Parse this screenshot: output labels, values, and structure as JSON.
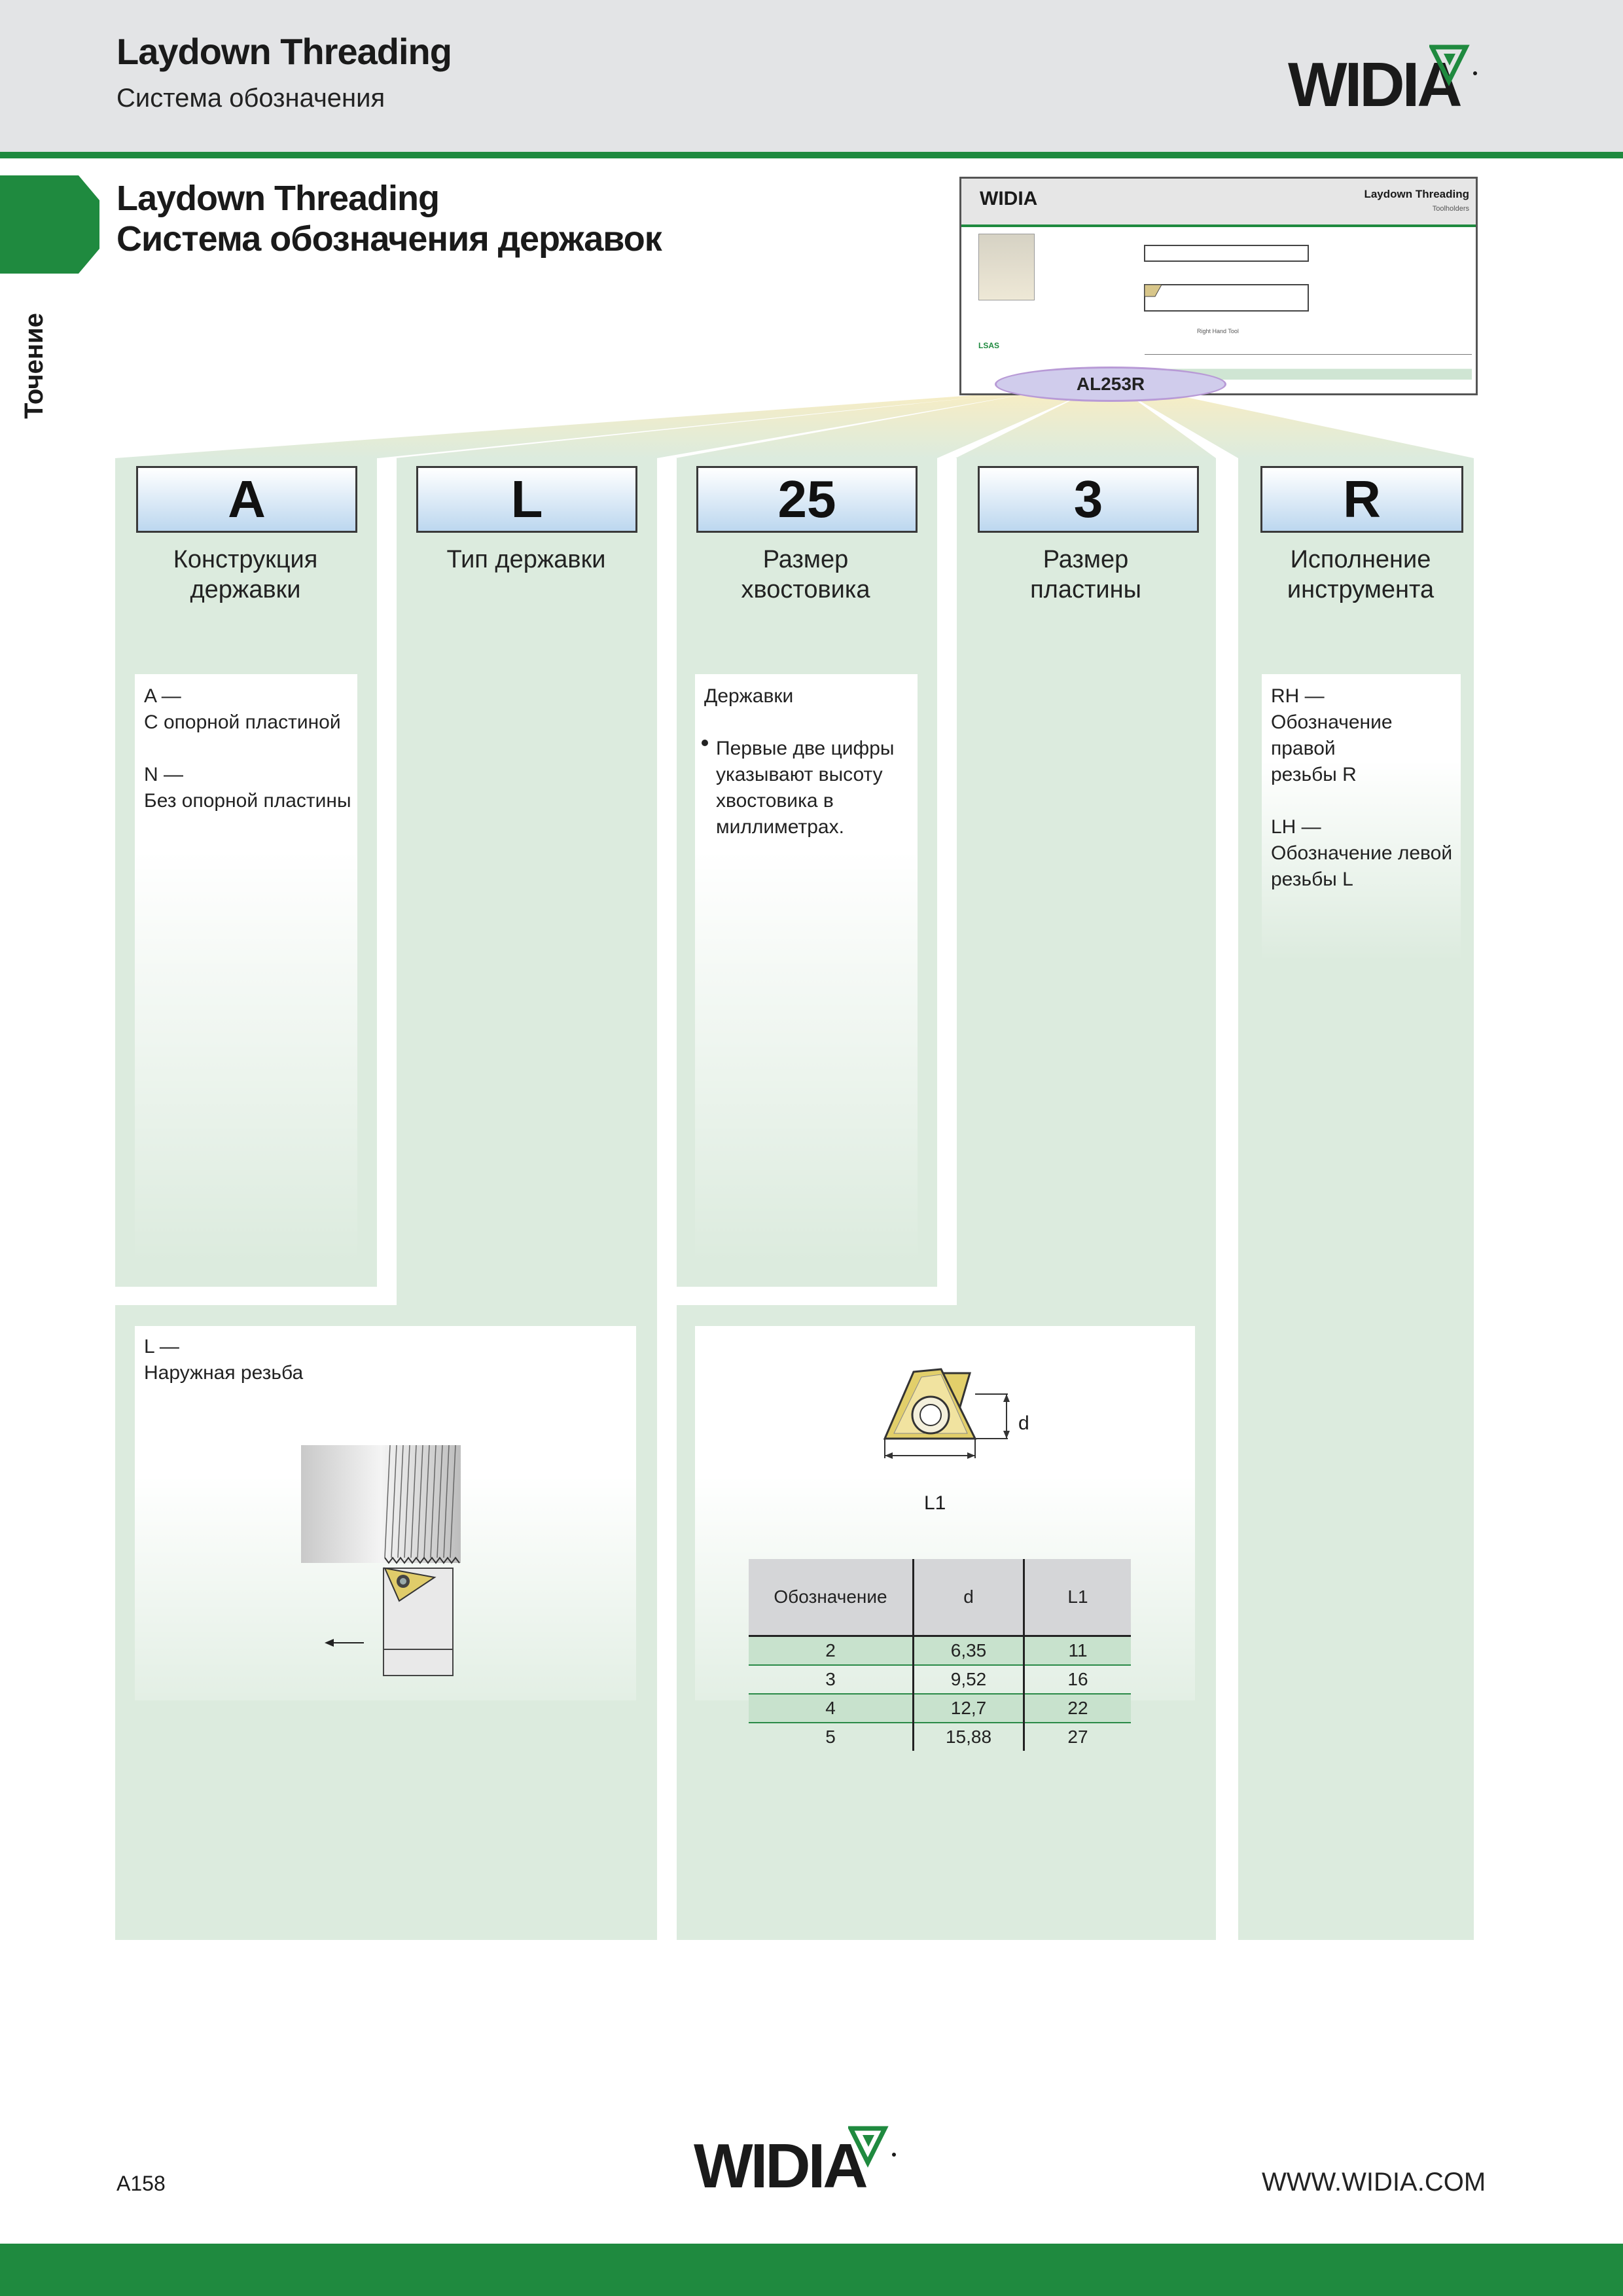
{
  "header": {
    "title": "Laydown Threading",
    "subtitle": "Система обозначения",
    "logo_text": "WIDIA"
  },
  "side_tab": {
    "label": "Точение"
  },
  "page_title": {
    "line1": "Laydown Threading",
    "line2": "Система обозначения державок"
  },
  "thumbnail": {
    "logo_text": "WIDIA",
    "title": "Laydown Threading",
    "subtitle": "Toolholders",
    "view_caption": "Right Hand Tool",
    "series_label": "LSAS",
    "example_code": "AL253R"
  },
  "columns": [
    {
      "code": "A",
      "title": "Конструкция державки",
      "card_text": "A —\nС опорной пластиной\n\nN —\nБез опорной пластины"
    },
    {
      "code": "L",
      "title": "Тип державки",
      "card_text": "L —\nНаружная резьба"
    },
    {
      "code": "25",
      "title": "Размер хвостовика",
      "card_heading": "Державки",
      "card_bullet": "Первые две цифры\nуказывают высоту\nхвостовика в\nмиллиметрах."
    },
    {
      "code": "3",
      "title": "Размер пластины"
    },
    {
      "code": "R",
      "title": "Исполнение инструмента",
      "card_text": "RH —\nОбозначение правой\nрезьбы R\n\nLH —\nОбозначение левой\nрезьбы L"
    }
  ],
  "insert_diagram": {
    "dim_d": "d",
    "dim_l1": "L1"
  },
  "insert_table": {
    "headers": [
      "Обозначение",
      "d",
      "L1"
    ],
    "rows": [
      [
        "2",
        "6,35",
        "11"
      ],
      [
        "3",
        "9,52",
        "16"
      ],
      [
        "4",
        "12,7",
        "22"
      ],
      [
        "5",
        "15,88",
        "27"
      ]
    ]
  },
  "footer": {
    "page_number": "A158",
    "logo_text": "WIDIA",
    "url": "WWW.WIDIA.COM"
  },
  "colors": {
    "brand_green": "#1f8a3f",
    "column_fill": "#dcebde",
    "header_gray": "#e3e4e6",
    "code_box_blue": "#bcd7ef"
  }
}
